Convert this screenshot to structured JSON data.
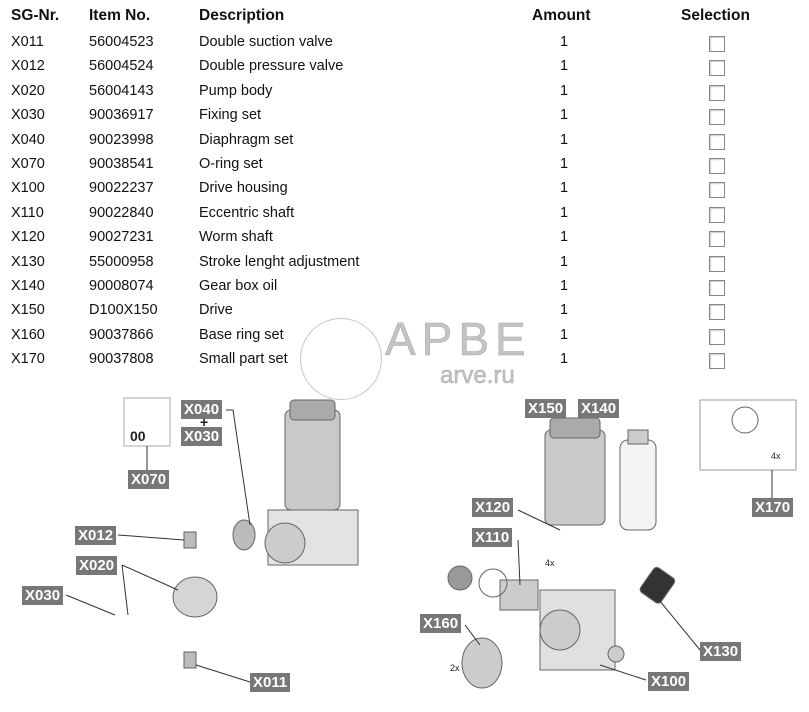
{
  "headers": {
    "sg": "SG-Nr.",
    "item": "Item No.",
    "desc": "Description",
    "amount": "Amount",
    "selection": "Selection"
  },
  "rows": [
    {
      "sg": "X011",
      "item": "56004523",
      "desc": "Double suction valve",
      "amount": "1",
      "selected": false
    },
    {
      "sg": "X012",
      "item": "56004524",
      "desc": "Double pressure valve",
      "amount": "1",
      "selected": false
    },
    {
      "sg": "X020",
      "item": "56004143",
      "desc": "Pump body",
      "amount": "1",
      "selected": false
    },
    {
      "sg": "X030",
      "item": "90036917",
      "desc": "Fixing set",
      "amount": "1",
      "selected": false
    },
    {
      "sg": "X040",
      "item": "90023998",
      "desc": "Diaphragm set",
      "amount": "1",
      "selected": false
    },
    {
      "sg": "X070",
      "item": "90038541",
      "desc": "O-ring set",
      "amount": "1",
      "selected": false
    },
    {
      "sg": "X100",
      "item": "90022237",
      "desc": "Drive housing",
      "amount": "1",
      "selected": false
    },
    {
      "sg": "X110",
      "item": "90022840",
      "desc": "Eccentric shaft",
      "amount": "1",
      "selected": false
    },
    {
      "sg": "X120",
      "item": "90027231",
      "desc": "Worm shaft",
      "amount": "1",
      "selected": false
    },
    {
      "sg": "X130",
      "item": "55000958",
      "desc": "Stroke lenght adjustment",
      "amount": "1",
      "selected": false
    },
    {
      "sg": "X140",
      "item": "90008074",
      "desc": "Gear box oil",
      "amount": "1",
      "selected": false
    },
    {
      "sg": "X150",
      "item": "D100X150",
      "desc": "Drive",
      "amount": "1",
      "selected": false
    },
    {
      "sg": "X160",
      "item": "90037866",
      "desc": "Base ring set",
      "amount": "1",
      "selected": false
    },
    {
      "sg": "X170",
      "item": "90037808",
      "desc": "Small part set",
      "amount": "1",
      "selected": false
    }
  ],
  "watermark": {
    "brand": "АРВЕ",
    "site": "arve.ru"
  },
  "diagram": {
    "labels": {
      "x040": "X040",
      "plus": "+",
      "x030a": "X030",
      "x070": "X070",
      "x012": "X012",
      "x020": "X020",
      "x030b": "X030",
      "x011": "X011",
      "x150": "X150",
      "x140": "X140",
      "x120": "X120",
      "x110": "X110",
      "x160": "X160",
      "x130": "X130",
      "x100": "X100",
      "x170": "X170"
    },
    "qty": {
      "a": "4x",
      "b": "2x",
      "c": "4x"
    },
    "oring_count": "00"
  }
}
